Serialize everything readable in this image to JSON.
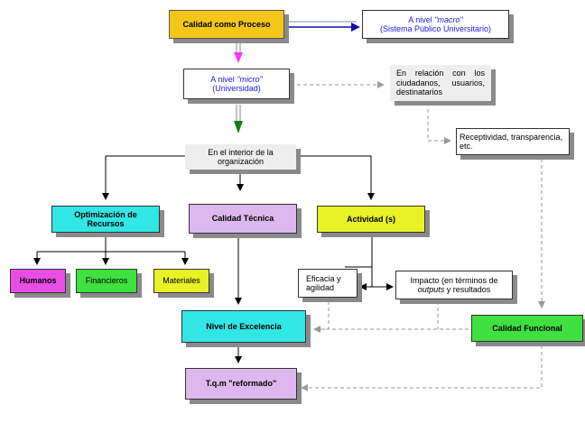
{
  "colors": {
    "yellow": "#f3c71a",
    "white": "#ffffff",
    "light_grey": "#eeeeee",
    "cyan": "#33e6e6",
    "lavender": "#dcb8ef",
    "green": "#3fe03f",
    "yellow_green": "#e8f227",
    "magenta": "#e94de6",
    "arrow_blue": "#0e0ea8",
    "arrow_pink": "#ff33ff",
    "arrow_green": "#0f7f1a",
    "dashed": "#9a9a9a"
  },
  "nodes": {
    "calidad_proceso": "Calidad  como Proceso",
    "macro": {
      "prefix": "A nivel ",
      "em": "\"macro\"",
      "sub": "(Sistema Público Universitario)"
    },
    "micro": {
      "prefix": "A nivel ",
      "em": "\"micro\"",
      "sub": "(Universidad)"
    },
    "relacion": "En relación con los ciudadanos, usuarios, destinatarios",
    "receptividad": "Receptividad, transparencia, etc.",
    "interior": "En el interior de la organización",
    "optimizacion": "Optimización de Recursos",
    "tecnica": "Calidad  Técnica",
    "actividad": "Actividad (s)",
    "humanos": "Humanos",
    "financieros": "Financieros",
    "materiales": "Materiales",
    "eficacia": "Eficacia y agilidad",
    "impacto": {
      "line1": "Impacto (en términos de",
      "em": "outputs",
      "rest": " y resultados"
    },
    "excelencia": "Nivel de Excelencia",
    "funcional": "Calidad Funcional",
    "tqm": "T.q.m \"reformado\""
  }
}
